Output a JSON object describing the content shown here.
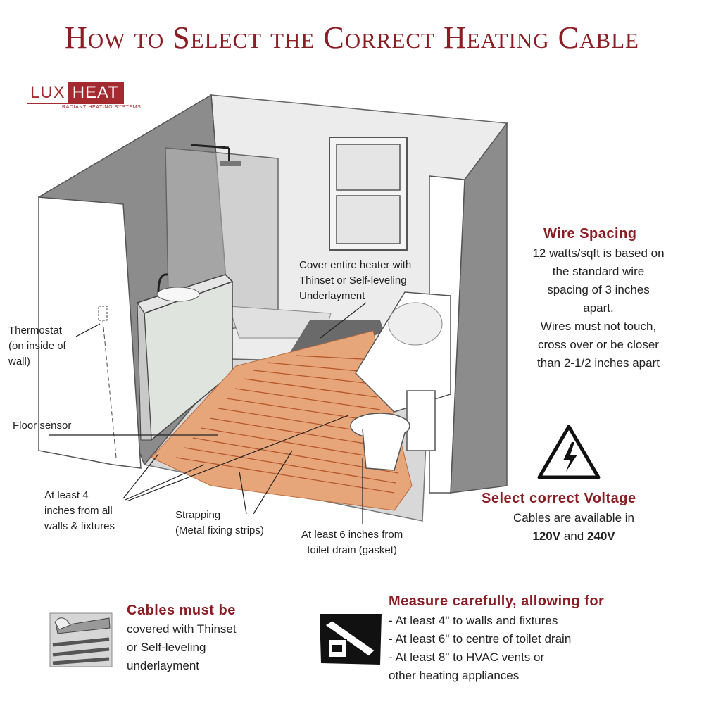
{
  "title": "How to Select the Correct Heating Cable",
  "logo": {
    "lux": "LUX",
    "heat": "HEAT",
    "tagline": "RADIANT HEATING SYSTEMS"
  },
  "callouts": {
    "cover": [
      "Cover entire heater with",
      "Thinset or Self-leveling",
      "Underlayment"
    ],
    "thermostat": [
      "Thermostat",
      "(on inside of",
      "wall)"
    ],
    "floor_sensor": "Floor sensor",
    "distance_walls": [
      "At least 4",
      "inches from all",
      "walls & fixtures"
    ],
    "strapping": [
      "Strapping",
      "(Metal fixing strips)"
    ],
    "toilet": [
      "At least 6 inches from",
      "toilet drain (gasket)"
    ]
  },
  "wire_spacing": {
    "heading": "Wire Spacing",
    "lines": [
      "12 watts/sqft is based on",
      "the standard wire",
      "spacing of 3 inches",
      "apart.",
      "Wires must not touch,",
      "cross over or be closer",
      "than 2-1/2 inches apart"
    ]
  },
  "voltage": {
    "heading": "Select correct Voltage",
    "line1": "Cables are available in",
    "v1": "120V",
    "and": "and",
    "v2": "240V"
  },
  "cables_covered": {
    "heading": "Cables must be",
    "lines": [
      "covered with Thinset",
      "or Self-leveling",
      "underlayment"
    ]
  },
  "measure": {
    "heading": "Measure carefully, allowing for",
    "lines": [
      "- At least 4\" to walls and fixtures",
      "- At least 6\" to centre of toilet drain",
      "- At least 8\" to HVAC vents or",
      "other heating appliances"
    ]
  },
  "colors": {
    "accent": "#8b1d24",
    "cable": "#d98a5c",
    "mat": "#e7a57a"
  },
  "icons": [
    "warning-electric-icon",
    "trowel-icon",
    "tape-measure-icon"
  ]
}
